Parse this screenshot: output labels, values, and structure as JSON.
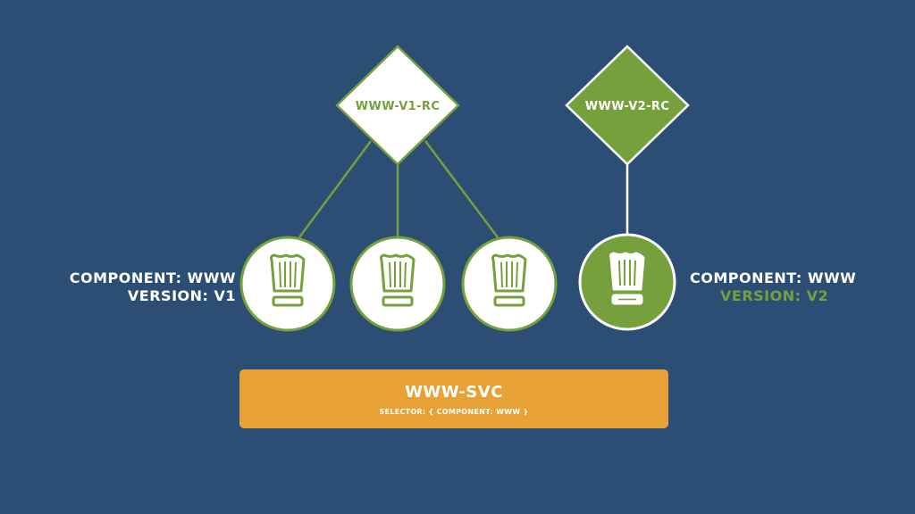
{
  "controllers": [
    {
      "name": "WWW-V1-RC",
      "style": "outline"
    },
    {
      "name": "WWW-V2-RC",
      "style": "filled"
    }
  ],
  "pods": [
    {
      "icon": "chef-hat-icon",
      "style": "outline",
      "controller": "WWW-V1-RC"
    },
    {
      "icon": "chef-hat-icon",
      "style": "outline",
      "controller": "WWW-V1-RC"
    },
    {
      "icon": "chef-hat-icon",
      "style": "outline",
      "controller": "WWW-V1-RC"
    },
    {
      "icon": "chef-hat-icon",
      "style": "filled",
      "controller": "WWW-V2-RC"
    }
  ],
  "labels": {
    "v1": {
      "component": "COMPONENT: WWW",
      "version": "VERSION: V1"
    },
    "v2": {
      "component": "COMPONENT: WWW",
      "version": "VERSION: V2"
    }
  },
  "service": {
    "name": "WWW-SVC",
    "selector": "SELECTOR: { COMPONENT: WWW }"
  },
  "colors": {
    "background": "#2d4e74",
    "green": "#76a03c",
    "white": "#ffffff",
    "service": "#e8a136"
  }
}
